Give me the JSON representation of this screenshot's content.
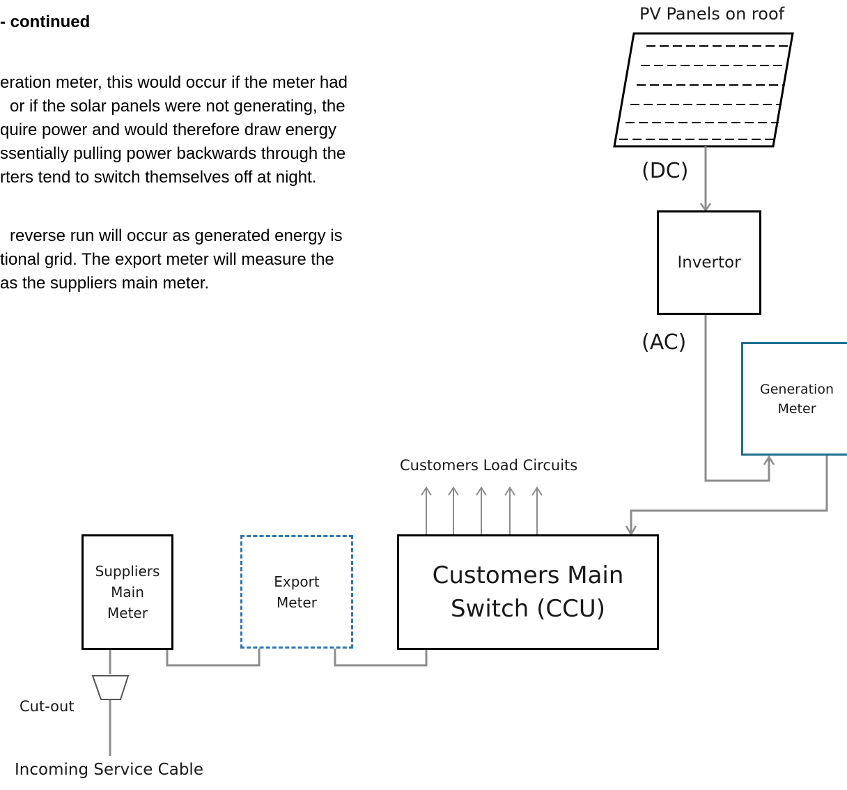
{
  "text": {
    "heading": "- continued",
    "para1": [
      "eration meter, this would occur if the meter had",
      "or if the solar panels were not generating, the",
      "quire power and would therefore draw energy",
      "ssentially pulling power backwards through the",
      "rters tend to switch themselves off at night."
    ],
    "para2": [
      "reverse run will occur as generated energy is",
      "tional grid. The export meter will measure the",
      "as the suppliers main meter."
    ]
  },
  "diagram": {
    "pv_panels": "PV Panels on roof",
    "dc": "(DC)",
    "ac": "(AC)",
    "invertor": "Invertor",
    "generation_meter": [
      "Generation",
      "Meter"
    ],
    "load_circuits": "Customers Load Circuits",
    "main_switch": [
      "Customers Main",
      "Switch (CCU)"
    ],
    "export_meter": [
      "Export",
      "Meter"
    ],
    "suppliers_meter": [
      "Suppliers",
      "Main",
      "Meter"
    ],
    "cutout": "Cut-out",
    "incoming": "Incoming Service Cable"
  },
  "colors": {
    "generation_meter_border": "#1f6e8c",
    "export_meter_border": "#2e75b6",
    "wire": "#8c8c8c"
  }
}
